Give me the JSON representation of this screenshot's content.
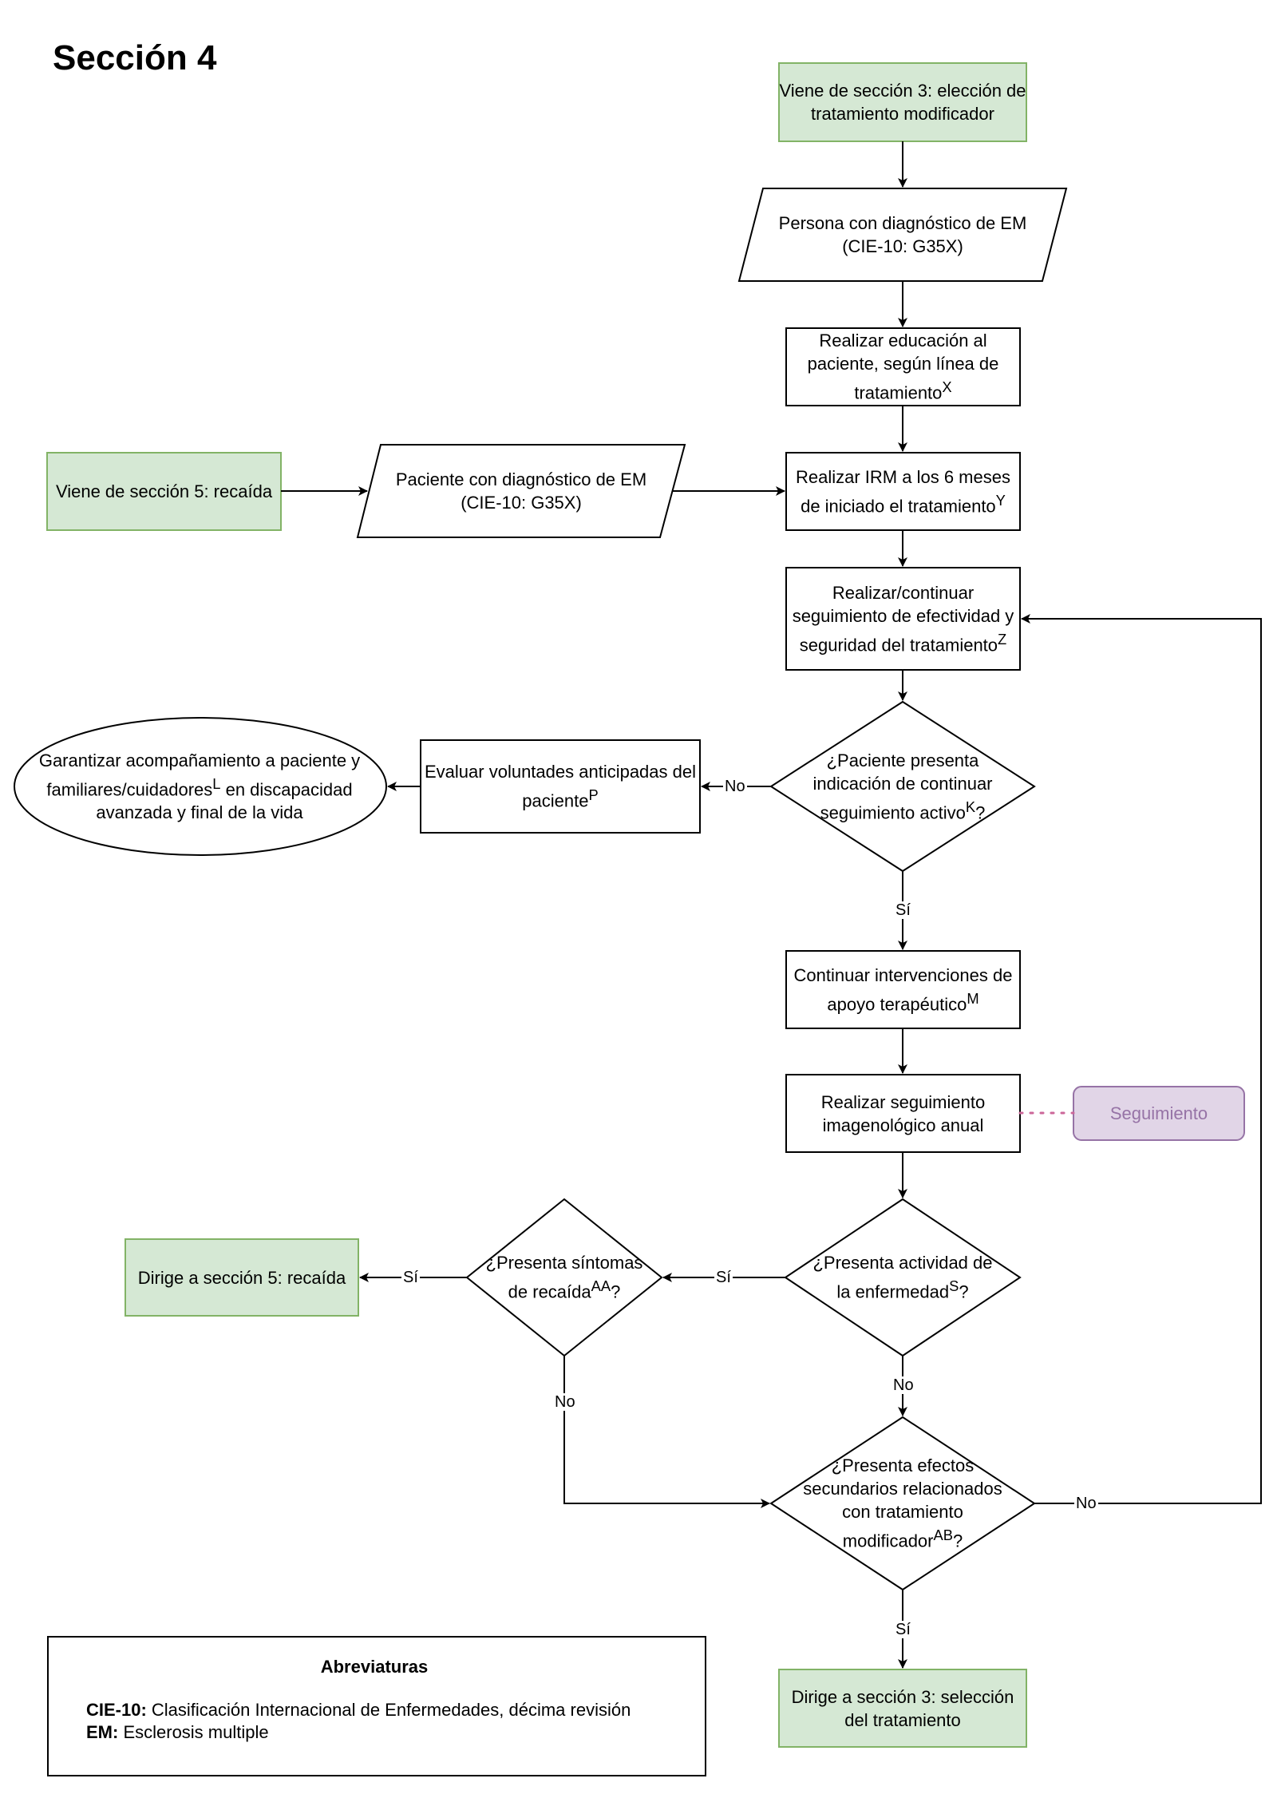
{
  "title": "Sección 4",
  "nodes": {
    "from_s3": "Viene de sección 3: elección de tratamiento modificador",
    "persona": "Persona con diagnóstico de EM (CIE-10: G35X)",
    "educacion": "Realizar educación al paciente, según línea de tratamiento",
    "educacion_sup": "X",
    "from_s5": "Viene de sección 5: recaída",
    "paciente": "Paciente con diagnóstico de EM (CIE-10: G35X)",
    "irm": "Realizar IRM a los 6 meses de iniciado el tratamiento",
    "irm_sup": "Y",
    "seguimiento": "Realizar/continuar seguimiento de efectividad y seguridad del tratamiento",
    "seguimiento_sup": "Z",
    "d_activo_a": "¿Paciente presenta indicación de continuar seguimiento activo",
    "d_activo_sup": "K",
    "d_activo_b": "?",
    "voluntades": "Evaluar voluntades anticipadas del paciente",
    "voluntades_sup": "P",
    "garantizar_a": "Garantizar acompañamiento a paciente y familiares/cuidadores",
    "garantizar_sup": "L",
    "garantizar_b": " en discapacidad avanzada y final de la vida",
    "continuar": "Continuar intervenciones de apoyo terapéutico",
    "continuar_sup": "M",
    "imagen": "Realizar seguimiento imagenológico anual",
    "seguimiento_tag": "Seguimiento",
    "d_actividad_a": "¿Presenta actividad de la enfermedad",
    "d_actividad_sup": "S",
    "d_actividad_b": "?",
    "d_sintomas_a": "¿Presenta síntomas de recaída",
    "d_sintomas_sup": "AA",
    "d_sintomas_b": "?",
    "to_s5": "Dirige a sección 5: recaída",
    "d_efectos_a": "¿Presenta efectos secundarios relacionados con tratamiento modificador",
    "d_efectos_sup": "AB",
    "d_efectos_b": "?",
    "to_s3": "Dirige a sección 3: selección del tratamiento"
  },
  "edge_labels": {
    "no": "No",
    "si": "Sí"
  },
  "legend": {
    "title": "Abreviaturas",
    "items": [
      {
        "abbr": "CIE-10:",
        "text": " Clasificación Internacional de Enfermedades, décima revisión"
      },
      {
        "abbr": "EM:",
        "text": " Esclerosis multiple"
      }
    ]
  },
  "colors": {
    "green_fill": "#d5e8d4",
    "green_stroke": "#82b366",
    "purple_fill": "#e1d5e7",
    "purple_stroke": "#9673a6",
    "purple_text": "#9673a6",
    "dotted_link": "#cc6699"
  }
}
